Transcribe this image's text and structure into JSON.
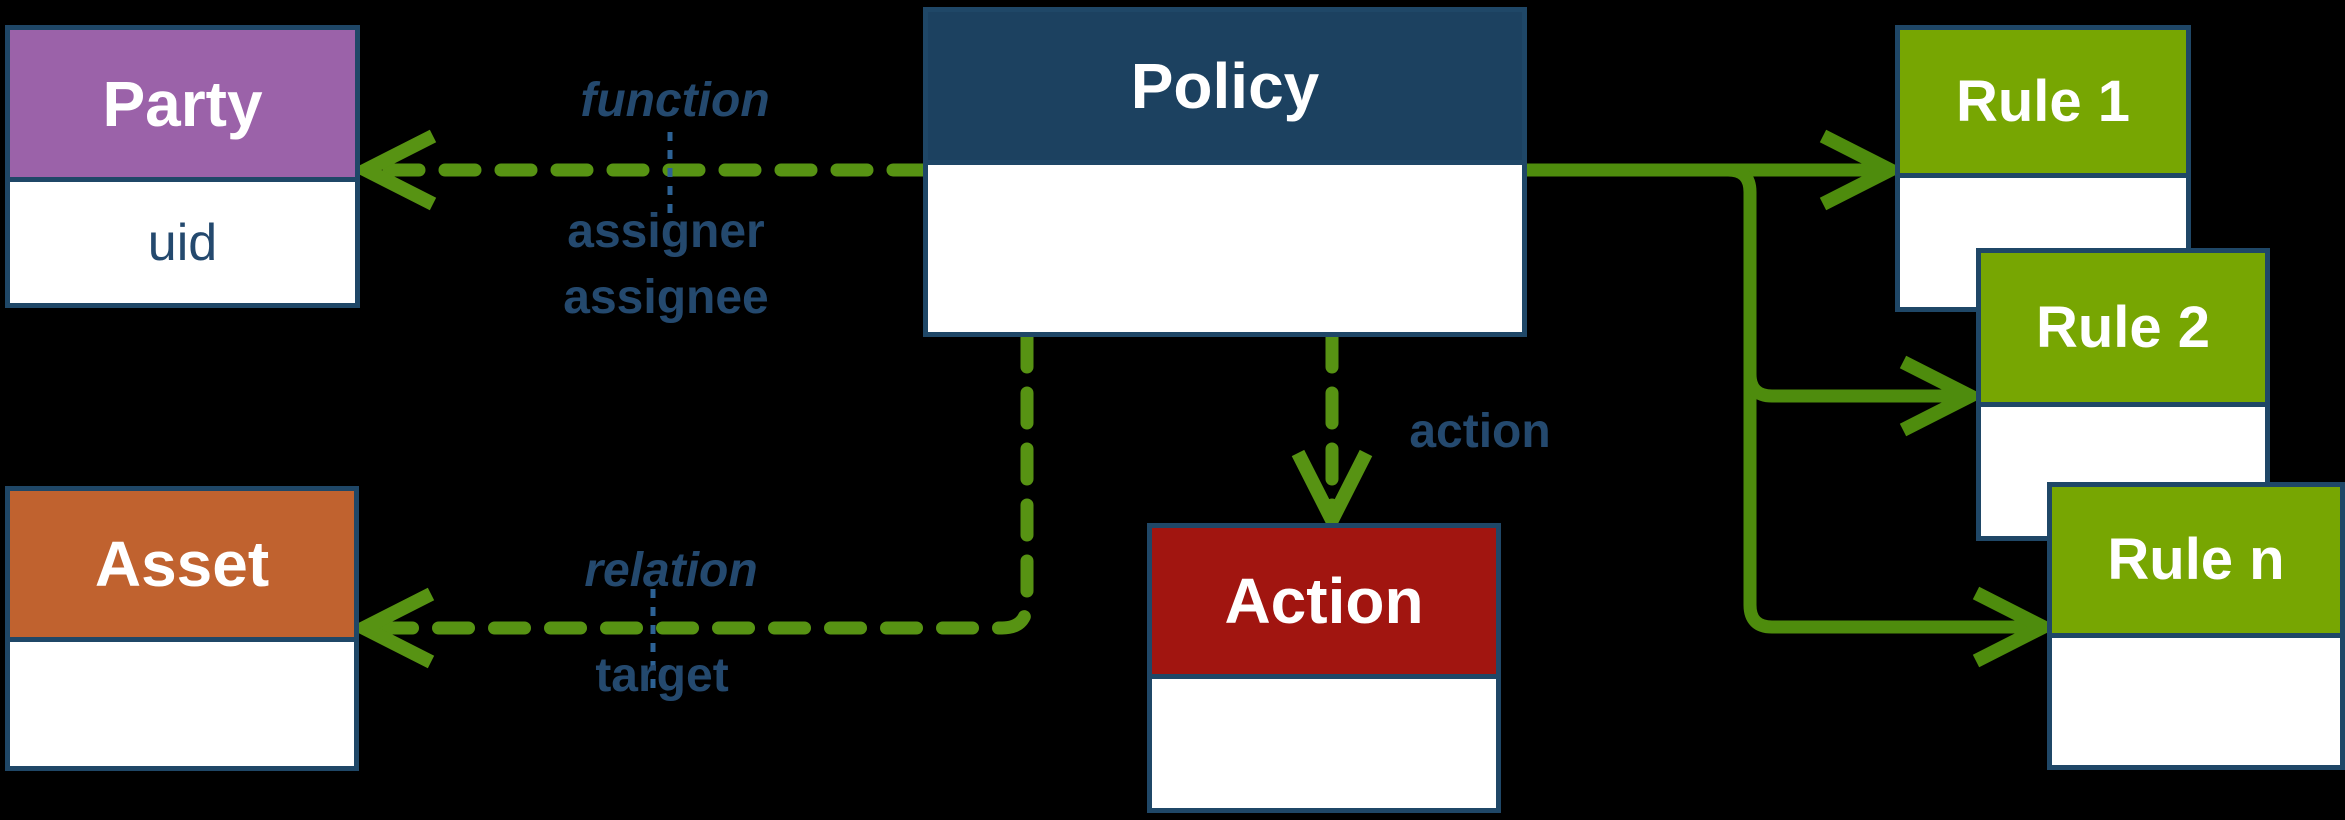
{
  "entities": {
    "party": {
      "title": "Party",
      "attributes": [
        "uid"
      ]
    },
    "policy": {
      "title": "Policy"
    },
    "asset": {
      "title": "Asset"
    },
    "action": {
      "title": "Action"
    },
    "rule1": {
      "title": "Rule 1"
    },
    "rule2": {
      "title": "Rule 2"
    },
    "rulen": {
      "title": "Rule n"
    }
  },
  "labels": {
    "function": "function",
    "assigner": "assigner",
    "assignee": "assignee",
    "relation": "relation",
    "target": "target",
    "action": "action"
  },
  "edges": [
    {
      "from": "Policy",
      "to": "Party",
      "style": "dashed-arrow",
      "role_label": "function",
      "sub_labels": [
        "assigner",
        "assignee"
      ]
    },
    {
      "from": "Policy",
      "to": "Asset",
      "style": "dashed-arrow",
      "role_label": "relation",
      "sub_labels": [
        "target"
      ]
    },
    {
      "from": "Policy",
      "to": "Action",
      "style": "dashed-arrow",
      "role_label": "action",
      "sub_labels": []
    },
    {
      "from": "Policy",
      "to": "Rule 1",
      "style": "solid-arrow"
    },
    {
      "from": "Policy",
      "to": "Rule 2",
      "style": "solid-arrow"
    },
    {
      "from": "Policy",
      "to": "Rule n",
      "style": "solid-arrow"
    }
  ],
  "colors": {
    "bg": "#000000",
    "border": "#1f4767",
    "policy": "#1c4160",
    "purple": "#9b62a9",
    "orange": "#c0622f",
    "red": "#a11510",
    "green": "#77a602",
    "line": "#4e8c0d",
    "dash": "#579313",
    "label": "#24496e",
    "dotted": "#2d6295",
    "white": "#ffffff"
  }
}
